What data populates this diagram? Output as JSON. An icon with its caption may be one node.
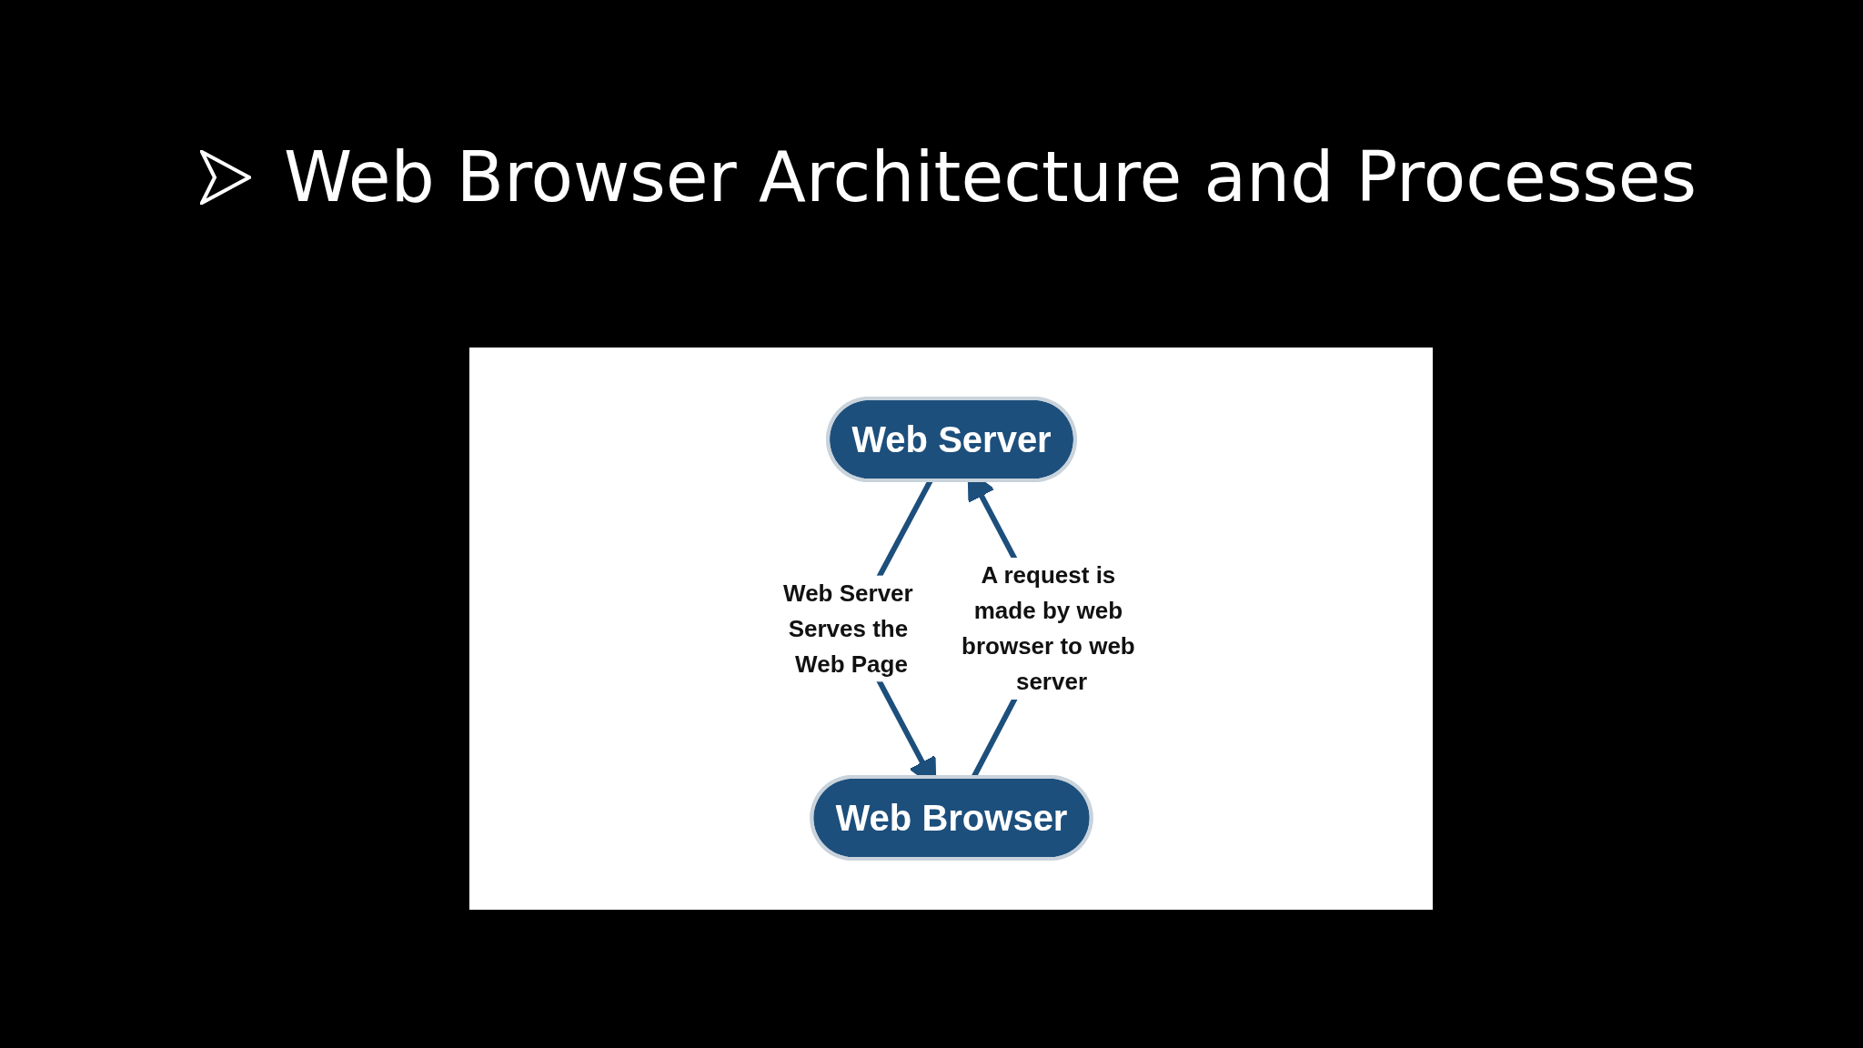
{
  "diagram": {
    "title": "Web Browser Architecture and Processes",
    "nodes": [
      {
        "text": [
          "Web Server"
        ]
      },
      {
        "text": [
          "Web Browser"
        ]
      }
    ],
    "edges": [
      {
        "from": 0,
        "to": 1,
        "arrow": "to",
        "label": "Web Server Serves the Web Page"
      },
      {
        "from": 1,
        "to": 0,
        "arrow": "to",
        "label": "A request is made by web browser to web server"
      }
    ]
  }
}
